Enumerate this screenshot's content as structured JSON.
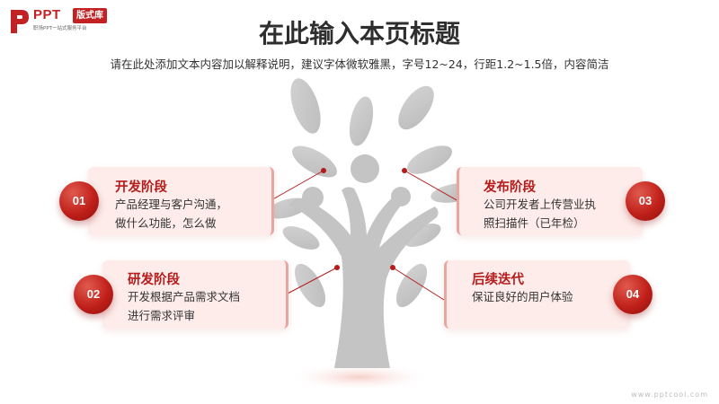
{
  "logo": {
    "brand": "PPT",
    "badge": "版式库",
    "tagline": "职场PPT一站式服务平台"
  },
  "header": {
    "title": "在此输入本页标题",
    "subtitle": "请在此处添加文本内容加以解释说明，建议字体微软雅黑，字号12~24，行距1.2~1.5倍，内容简洁"
  },
  "stages": [
    {
      "number": "01",
      "title": "开发阶段",
      "line1": "产品经理与客户沟通，",
      "line2": "做什么功能，怎么做"
    },
    {
      "number": "02",
      "title": "研发阶段",
      "line1": "开发根据产品需求文档",
      "line2": "进行需求评审"
    },
    {
      "number": "03",
      "title": "发布阶段",
      "line1": "公司开发者上传营业执",
      "line2": "照扫描件（已年检）"
    },
    {
      "number": "04",
      "title": "后续迭代",
      "line1": "保证良好的用户体验",
      "line2": ""
    }
  ],
  "watermark": "www.pptcool.com",
  "colors": {
    "accent": "#c32224",
    "card": "#fdecea",
    "tree": "#c4c4c4"
  }
}
